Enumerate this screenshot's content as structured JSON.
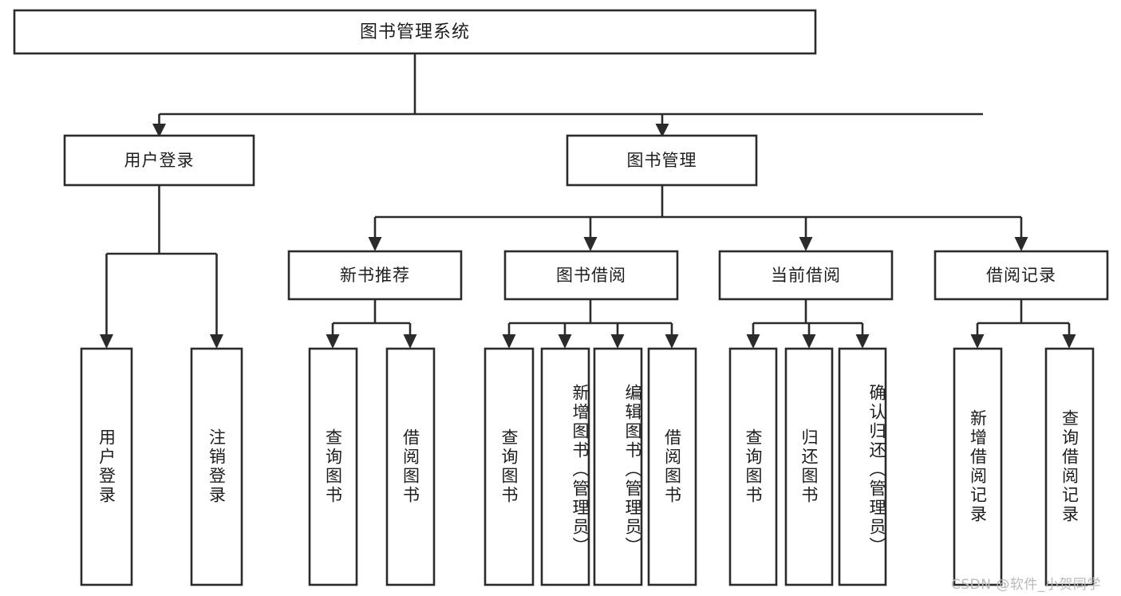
{
  "diagram": {
    "title": "图书管理系统",
    "type": "tree",
    "colors": {
      "line": "#2b2b2b",
      "box_fill": "#ffffff",
      "text": "#1d1d1d",
      "watermark": "#b9b9b9"
    },
    "root": {
      "label": "图书管理系统"
    },
    "level1": [
      {
        "label": "用户登录"
      },
      {
        "label": "图书管理"
      }
    ],
    "level2": [
      {
        "label": "新书推荐"
      },
      {
        "label": "图书借阅"
      },
      {
        "label": "当前借阅"
      },
      {
        "label": "借阅记录"
      }
    ],
    "leaves": [
      {
        "label": "用户登录",
        "parent": "用户登录"
      },
      {
        "label": "注销登录",
        "parent": "用户登录"
      },
      {
        "label": "查询图书",
        "parent": "新书推荐"
      },
      {
        "label": "借阅图书",
        "parent": "新书推荐"
      },
      {
        "label": "查询图书",
        "parent": "图书借阅"
      },
      {
        "label": "新增图书（管理员）",
        "parent": "图书借阅"
      },
      {
        "label": "编辑图书（管理员）",
        "parent": "图书借阅"
      },
      {
        "label": "借阅图书",
        "parent": "图书借阅"
      },
      {
        "label": "查询图书",
        "parent": "当前借阅"
      },
      {
        "label": "归还图书",
        "parent": "当前借阅"
      },
      {
        "label": "确认归还（管理员）",
        "parent": "当前借阅"
      },
      {
        "label": "新增借阅记录",
        "parent": "借阅记录"
      },
      {
        "label": "查询借阅记录",
        "parent": "借阅记录"
      }
    ]
  },
  "watermark": {
    "text": "CSDN @软件_小贺同学"
  }
}
